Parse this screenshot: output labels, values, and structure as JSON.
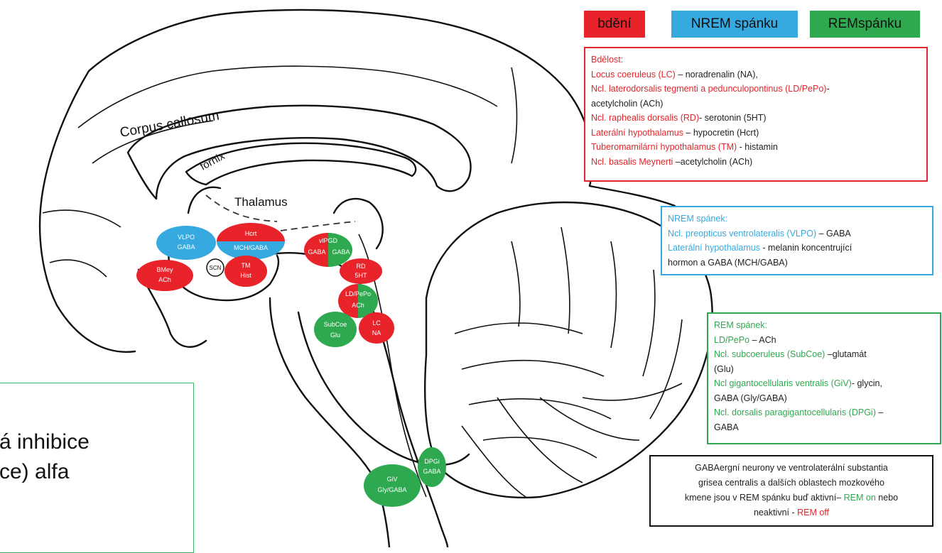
{
  "legend": {
    "wake": {
      "label": "bdění",
      "color": "#e8232a"
    },
    "nrem": {
      "label": "NREM spánku",
      "color": "#36a9e1"
    },
    "rem": {
      "label": "REMspánku",
      "color": "#2ea94f"
    }
  },
  "anatomy_labels": {
    "corpus_callosum": "Corpus callosum",
    "fornix": "fornix",
    "thalamus": "Thalamus"
  },
  "nuclei": {
    "vlpo": {
      "name": "VLPO",
      "nt": "GABA",
      "color": "#36a9e1"
    },
    "hcrt": {
      "name": "Hcrt",
      "color": "#e8232a"
    },
    "mch": {
      "name": "MCH/GABA",
      "color": "#36a9e1"
    },
    "bmey": {
      "name": "BMey",
      "nt": "ACh",
      "color": "#e8232a"
    },
    "scn": {
      "name": "SCN"
    },
    "tm": {
      "name": "TM",
      "nt": "Hist",
      "color": "#e8232a"
    },
    "vlpag": {
      "name": "vlPGD",
      "nt_left": "GABA",
      "nt_right": "GABA"
    },
    "rd": {
      "name": "RD",
      "nt": "5HT",
      "color": "#e8232a"
    },
    "ldpepo": {
      "name": "LD/PePo",
      "nt": "ACh",
      "color": "#e8232a"
    },
    "subcoe": {
      "name": "SubCoe",
      "nt": "Glu",
      "color": "#2ea94f"
    },
    "lc": {
      "name": "LC",
      "nt": "NA",
      "color": "#e8232a"
    },
    "dpgi": {
      "name": "DPGi",
      "nt": "GABA",
      "color": "#2ea94f"
    },
    "giv": {
      "name": "GiV",
      "nt": "Gly/GABA",
      "color": "#2ea94f"
    }
  },
  "wake_box": {
    "title": "Bdělost:",
    "l1_red": "Locus coeruleus (LC)",
    "l1_black": " – noradrenalin (NA),",
    "l2_red": "Ncl. laterodorsalis tegmenti a pedunculopontinus (LD/PePo)",
    "l2_black": "-",
    "l3_black": "acetylcholin (ACh)",
    "l4_red": "Ncl. raphealis dorsalis (RD)",
    "l4_black": "- serotonin (5HT)",
    "l5_red": "Laterální hypothalamus",
    "l5_black": " – hypocretin (Hcrt)",
    "l6_red": "Tuberomamilární hypothalamus (TM)",
    "l6_black": " - histamin",
    "l7_red": "Ncl. basalis Meynerti",
    "l7_black": " –acetylcholin (ACh)"
  },
  "nrem_box": {
    "title": "NREM spánek:",
    "l1_blue": "Ncl. preopticus ventrolateralis (VLPO)",
    "l1_black": " – GABA",
    "l2_blue": "Laterální hypothalamus",
    "l2_black": " -  melanin koncentrující",
    "l3_black": "hormon  a GABA (MCH/GABA)"
  },
  "rem_box": {
    "title": "REM spánek:",
    "l1_green": "LD/PePo",
    "l1_black": " – ACh",
    "l2_green": "Ncl. subcoeruleus (SubCoe)",
    "l2_black": " –glutamát",
    "l3_black": "(Glu)",
    "l4_green": "Ncl gigantocellularis ventralis (GiV)",
    "l4_black": "- glycin,",
    "l5_black": "GABA (Gly/GABA)",
    "l6_green": "Ncl. dorsalis paragigantocellularis (DPGi)",
    "l6_black": " –",
    "l7_black": "GABA"
  },
  "gaba_box": {
    "l1": "GABAergní neurony ve ventrolaterální substantia",
    "l2": "grisea centralis a dalších oblastech mozkového",
    "l3_a": "kmene jsou v REM spánku buď aktivní– ",
    "l3_green": "REM on",
    "l3_b": " nebo",
    "l4_a": "neaktivní - ",
    "l4_red": "REM off"
  },
  "overlay": {
    "line1": "á inhibice",
    "line2": "ce) alfa"
  }
}
